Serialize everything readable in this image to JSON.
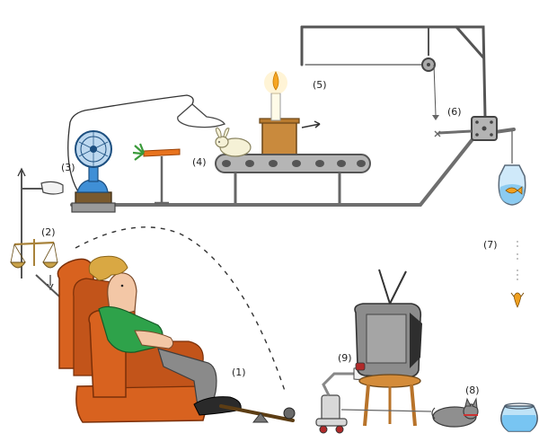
{
  "labels": {
    "step1": "(1)",
    "step2": "(2)",
    "step3": "(3)",
    "step4": "(4)",
    "step5": "(5)",
    "step6": "(6)",
    "step7": "(7)",
    "step8": "(8)",
    "step9": "(9)"
  },
  "colors": {
    "armchair": "#d8621f",
    "armchair_dark": "#a9430f",
    "shirt": "#2ea24a",
    "pants": "#8a8a8a",
    "hair": "#d9a843",
    "skin": "#f3c7a6",
    "fan": "#3f8fd6",
    "candle_box": "#c98a3d",
    "flame": "#f6a623",
    "fish": "#f0a020",
    "water": "#bfe3f7",
    "tv": "#8c8c8c",
    "stool": "#d48c3a",
    "cat": "#8f8f8f",
    "cat_collar": "#cc3333",
    "carrot": "#e8731e",
    "carrot_top": "#3a9a3a",
    "bar_gray": "#9a9a9a",
    "scale": "#c9a24a"
  }
}
